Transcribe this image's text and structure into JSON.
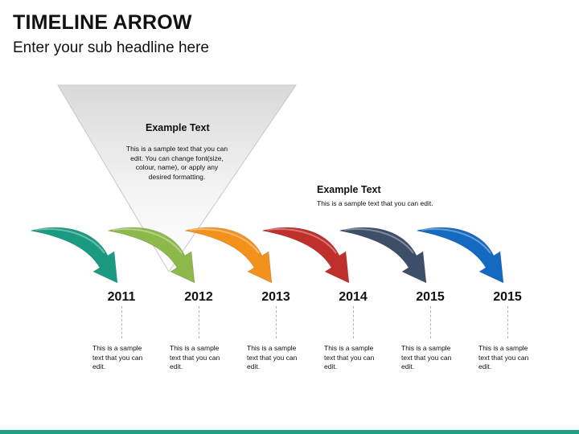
{
  "header": {
    "title": "TIMELINE ARROW",
    "subtitle": "Enter your sub headline here"
  },
  "callouts": [
    {
      "title": "Example Text",
      "lines": [
        "This is a sample text that you can",
        "edit. You can change font(size,",
        "colour, name), or apply any",
        "desired formatting."
      ]
    },
    {
      "title": "Example Text",
      "lines": [
        "This is a sample text that you can edit."
      ]
    }
  ],
  "milestones": [
    {
      "year": "2011",
      "color": "#1a9a80",
      "desc": [
        "This is a sample",
        "text that you can",
        "edit."
      ]
    },
    {
      "year": "2012",
      "color": "#8db84a",
      "desc": [
        "This is a sample",
        "text that you can",
        "edit."
      ]
    },
    {
      "year": "2013",
      "color": "#f2921c",
      "desc": [
        "This is a sample",
        "text that you can",
        "edit."
      ]
    },
    {
      "year": "2014",
      "color": "#bf2f2c",
      "desc": [
        "This is a sample",
        "text that you can",
        "edit."
      ]
    },
    {
      "year": "2015",
      "color": "#3d4e68",
      "desc": [
        "This is a sample",
        "text that you can",
        "edit."
      ]
    },
    {
      "year": "2015",
      "color": "#1469c0",
      "desc": [
        "This is a sample",
        "text that you can",
        "edit."
      ]
    }
  ],
  "colors": {
    "footer": "#1f9e87",
    "triangle_fill": "#e4e4e4"
  }
}
